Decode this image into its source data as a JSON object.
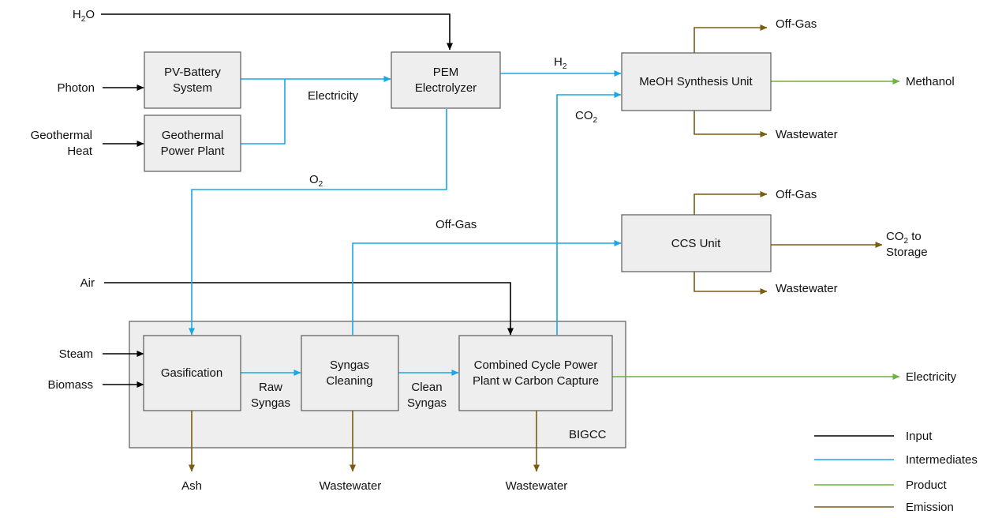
{
  "colors": {
    "input": "#000000",
    "intermediate": "#1aa7e6",
    "product": "#6db33f",
    "emission": "#7a5c12"
  },
  "inputs": {
    "h2o": {
      "main": "H",
      "sub": "2",
      "rest": "O"
    },
    "photon": "Photon",
    "geothermal_1": "Geothermal",
    "geothermal_2": "Heat",
    "air": "Air",
    "steam": "Steam",
    "biomass": "Biomass"
  },
  "units": {
    "pv_1": "PV-Battery",
    "pv_2": "System",
    "geo_1": "Geothermal",
    "geo_2": "Power Plant",
    "pem_1": "PEM",
    "pem_2": "Electrolyzer",
    "meoh": "MeOH Synthesis Unit",
    "ccs": "CCS Unit",
    "gasification": "Gasification",
    "syngas_1": "Syngas",
    "syngas_2": "Cleaning",
    "cc_1": "Combined Cycle Power",
    "cc_2": "Plant w Carbon Capture",
    "bigcc": "BIGCC"
  },
  "flows": {
    "electricity": "Electricity",
    "h2": {
      "main": "H",
      "sub": "2"
    },
    "co2": {
      "main": "CO",
      "sub": "2"
    },
    "o2": {
      "main": "O",
      "sub": "2"
    },
    "offgas_mid": "Off-Gas",
    "raw_1": "Raw",
    "raw_2": "Syngas",
    "clean_1": "Clean",
    "clean_2": "Syngas"
  },
  "outputs": {
    "meoh_offgas": "Off-Gas",
    "methanol": "Methanol",
    "meoh_wastewater": "Wastewater",
    "ccs_offgas": "Off-Gas",
    "co2_storage_1": {
      "main": "CO",
      "sub": "2",
      "rest": " to"
    },
    "co2_storage_2": "Storage",
    "ccs_wastewater": "Wastewater",
    "electricity": "Electricity",
    "ash": "Ash",
    "syngas_wastewater": "Wastewater",
    "cc_wastewater": "Wastewater"
  },
  "legend": {
    "input": "Input",
    "intermediates": "Intermediates",
    "product": "Product",
    "emission": "Emission"
  }
}
